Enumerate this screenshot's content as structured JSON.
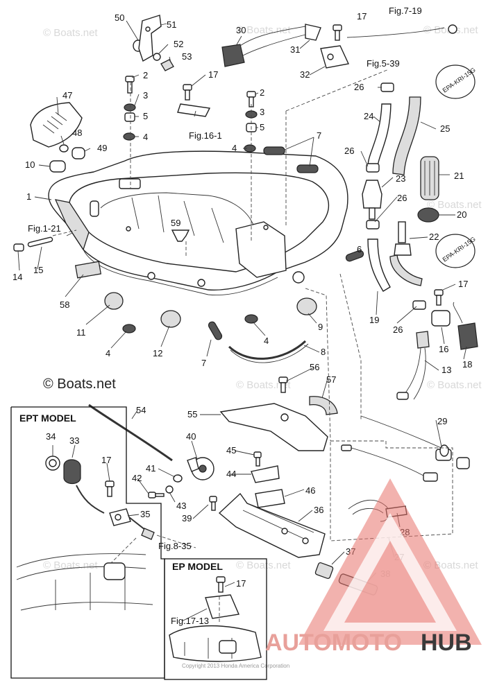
{
  "watermarks": {
    "small": "© Boats.net",
    "large": "© Boats.net",
    "copyright": "Copyright 2013 Honda America Corporation"
  },
  "brand": {
    "part1": "AUTOMOTO",
    "part2": "HUB",
    "color_red": "#e8736c",
    "color_dark": "#3a3a3a"
  },
  "boxes": {
    "ept_title": "EPT MODEL",
    "ep_title": "EP MODEL"
  },
  "badges": [
    "EPA-KRI-15G",
    "EPA-KRI-15G"
  ],
  "refs": [
    "Fig.7-19",
    "Fig.5-39",
    "Fig.16-1",
    "Fig.1-21",
    "Fig.8-35",
    "Fig.17-13"
  ],
  "callouts": [
    "50",
    "51",
    "52",
    "53",
    "2",
    "3",
    "5",
    "4",
    "17",
    "30",
    "31",
    "32",
    "17",
    "26",
    "24",
    "25",
    "47",
    "48",
    "49",
    "10",
    "1",
    "2",
    "3",
    "5",
    "4",
    "7",
    "26",
    "23",
    "21",
    "20",
    "26",
    "22",
    "59",
    "6",
    "15",
    "14",
    "58",
    "11",
    "4",
    "12",
    "9",
    "4",
    "19",
    "26",
    "17",
    "16",
    "18",
    "13",
    "8",
    "7",
    "56",
    "57",
    "54",
    "55",
    "34",
    "33",
    "40",
    "45",
    "44",
    "41",
    "42",
    "43",
    "39",
    "46",
    "36",
    "17",
    "35",
    "29",
    "28",
    "27",
    "37",
    "38",
    "17"
  ]
}
